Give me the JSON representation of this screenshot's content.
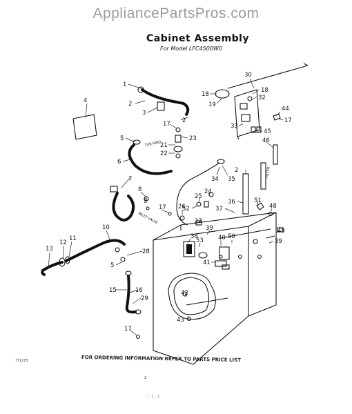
{
  "watermark": "AppliancePartsPros.com",
  "title": "Cabinet Assembly",
  "subtitle": "For Model LFC4500W0",
  "footer_note": "FOR ORDERING INFORMATION REFER TO PARTS PRICE LIST",
  "doc_code": "?71215",
  "page_number": "2",
  "bottom_marks": "- ' ( - ?",
  "inline_labels": {
    "tub_ring": "TUB RING",
    "filter": "FILTER",
    "inlet_valve": "INLET VALVE"
  },
  "callouts": [
    "1",
    "2",
    "3",
    "2",
    "4",
    "5",
    "6",
    "17",
    "23",
    "21",
    "22",
    "18",
    "19",
    "30",
    "18",
    "32",
    "33",
    "44",
    "17",
    "45",
    "46",
    "2",
    "34",
    "35",
    "7",
    "8",
    "9",
    "17",
    "26",
    "25",
    "24",
    "52",
    "27",
    "36",
    "37",
    "51",
    "48",
    "10",
    "12",
    "11",
    "13",
    "28",
    "5",
    "15",
    "16",
    "29",
    "17",
    "38",
    "53",
    "39",
    "40",
    "50",
    "41",
    "49",
    "39",
    "42",
    "43"
  ]
}
